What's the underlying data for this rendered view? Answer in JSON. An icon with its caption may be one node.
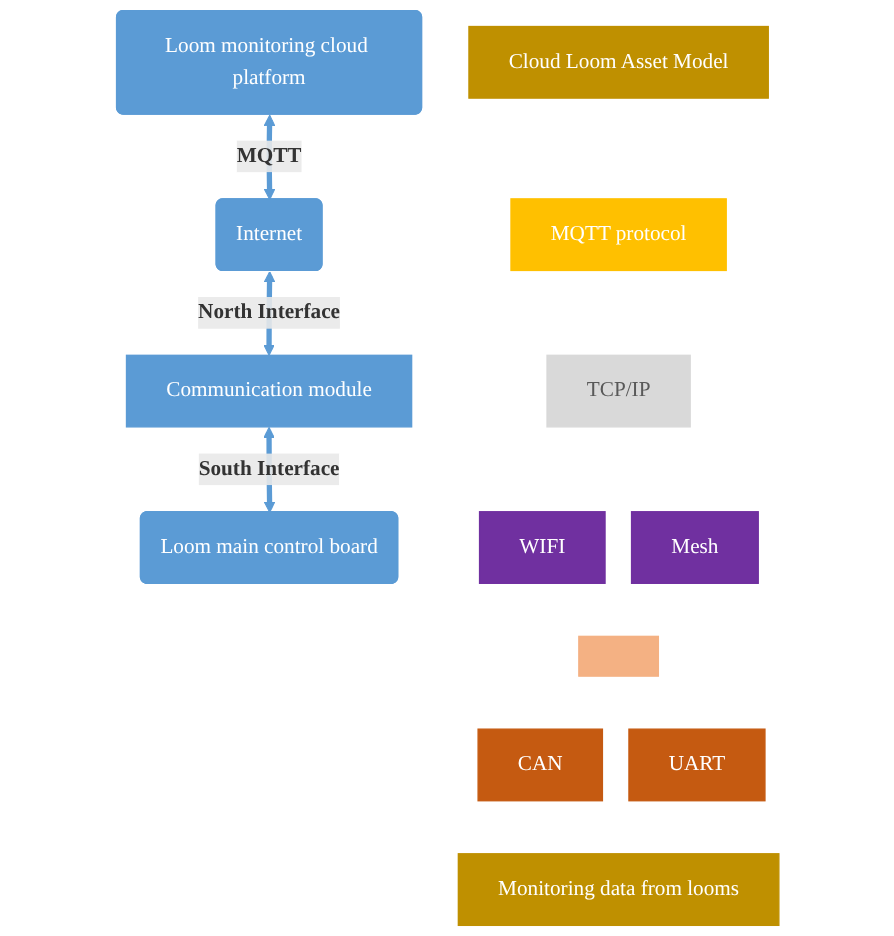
{
  "diagram": {
    "nodes": [
      {
        "text": [
          "Loom monitoring cloud platform"
        ]
      },
      {
        "text": [
          "Internet"
        ]
      },
      {
        "text": [
          "Communication module"
        ]
      },
      {
        "text": [
          "Loom main control board"
        ]
      },
      {
        "text": [
          "Cloud Loom Asset Model"
        ]
      },
      {
        "text": [
          "MQTT protocol"
        ]
      },
      {
        "text": [
          "TCP/IP"
        ]
      },
      {
        "text": [
          "WIFI"
        ]
      },
      {
        "text": [
          "Mesh"
        ]
      },
      {
        "text": [],
        "shape": "box"
      },
      {
        "text": [
          "CAN"
        ]
      },
      {
        "text": [
          "UART"
        ]
      },
      {
        "text": [
          "Monitoring data from looms"
        ]
      }
    ],
    "edges": [
      {
        "from": 0,
        "to": 1,
        "arrow": "both",
        "label": "MQTT"
      },
      {
        "from": 1,
        "to": 2,
        "arrow": "both",
        "label": "North Interface"
      },
      {
        "from": 2,
        "to": 3,
        "arrow": "both",
        "label": "South Interface"
      }
    ]
  }
}
